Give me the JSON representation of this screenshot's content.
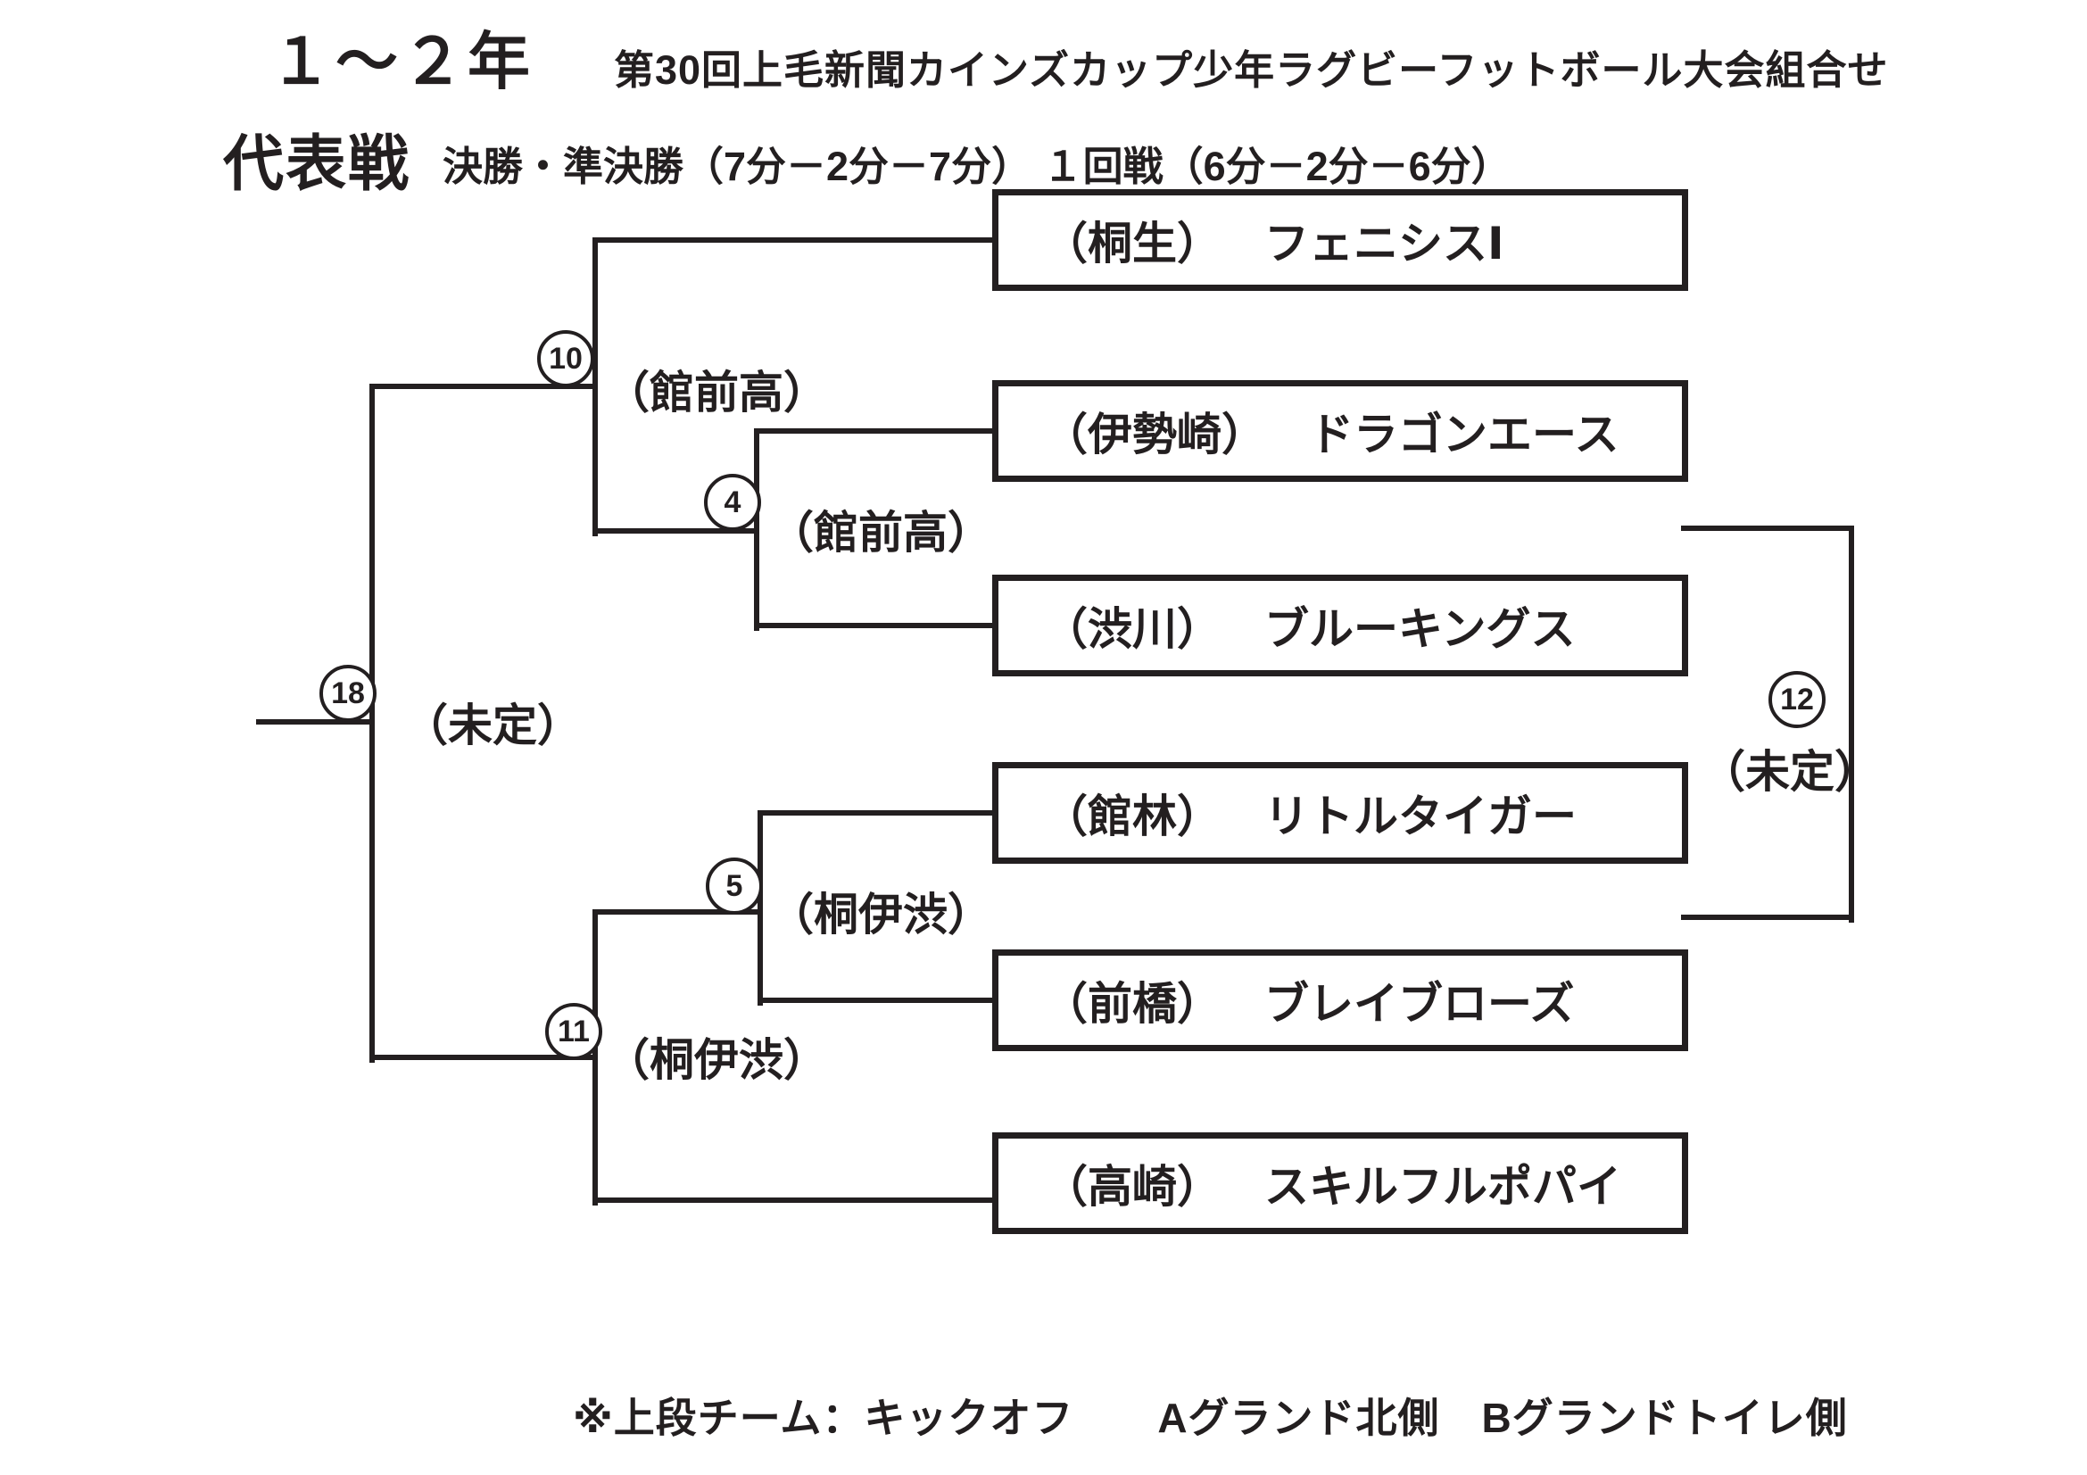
{
  "page": {
    "age_group": "１～２年",
    "title": "第30回上毛新聞カインズカップ少年ラグビーフットボール大会組合せ",
    "bracket_type": "代表戦",
    "time_rules": "決勝・準決勝（7分－2分－7分） １回戦（6分－2分－6分）",
    "footnote": "※上段チーム：キックオフ　　Aグランド北側　Bグランドトイレ側"
  },
  "teams": [
    {
      "region": "（桐生）",
      "name": "フェニシスⅠ"
    },
    {
      "region": "（伊勢崎）",
      "name": "ドラゴンエース"
    },
    {
      "region": "（渋川）",
      "name": "ブルーキングス"
    },
    {
      "region": "（館林）",
      "name": "リトルタイガー"
    },
    {
      "region": "（前橋）",
      "name": "ブレイブローズ"
    },
    {
      "region": "（高崎）",
      "name": "スキルフルポパイ"
    }
  ],
  "matches": {
    "m10": {
      "number": "10",
      "label": "（館前高）"
    },
    "m4": {
      "number": "4",
      "label": "（館前高）"
    },
    "m18": {
      "number": "18",
      "label": "（未定）"
    },
    "m5": {
      "number": "5",
      "label": "（桐伊渋）"
    },
    "m11": {
      "number": "11",
      "label": "（桐伊渋）"
    },
    "m12": {
      "number": "12",
      "label": "（未定）"
    }
  },
  "colors": {
    "line": "#231f20",
    "background": "#ffffff",
    "text": "#231f20"
  }
}
